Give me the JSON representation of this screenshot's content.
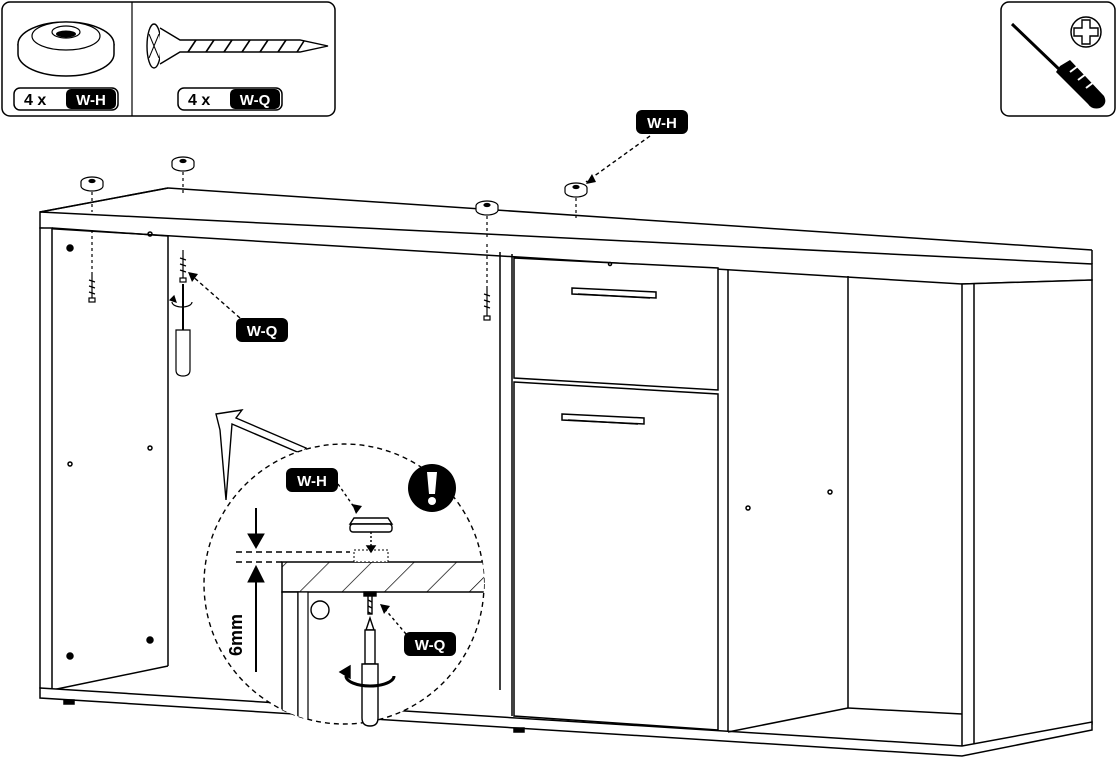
{
  "parts": {
    "washer": {
      "qty_label": "4 x",
      "code": "W-H",
      "icon": "washer-icon"
    },
    "screw": {
      "qty_label": "4 x",
      "code": "W-Q",
      "icon": "screw-icon"
    }
  },
  "tool": {
    "icon": "phillips-screwdriver-icon",
    "tip": "phillips-head-icon"
  },
  "callouts": {
    "top_washer": "W-H",
    "left_screw": "W-Q",
    "detail_washer": "W-H",
    "detail_screw": "W-Q"
  },
  "detail": {
    "dimension": "6mm",
    "warning_icon": "exclamation-icon"
  },
  "colors": {
    "ink": "#000000",
    "paper": "#ffffff",
    "tag_fill": "#000000"
  }
}
